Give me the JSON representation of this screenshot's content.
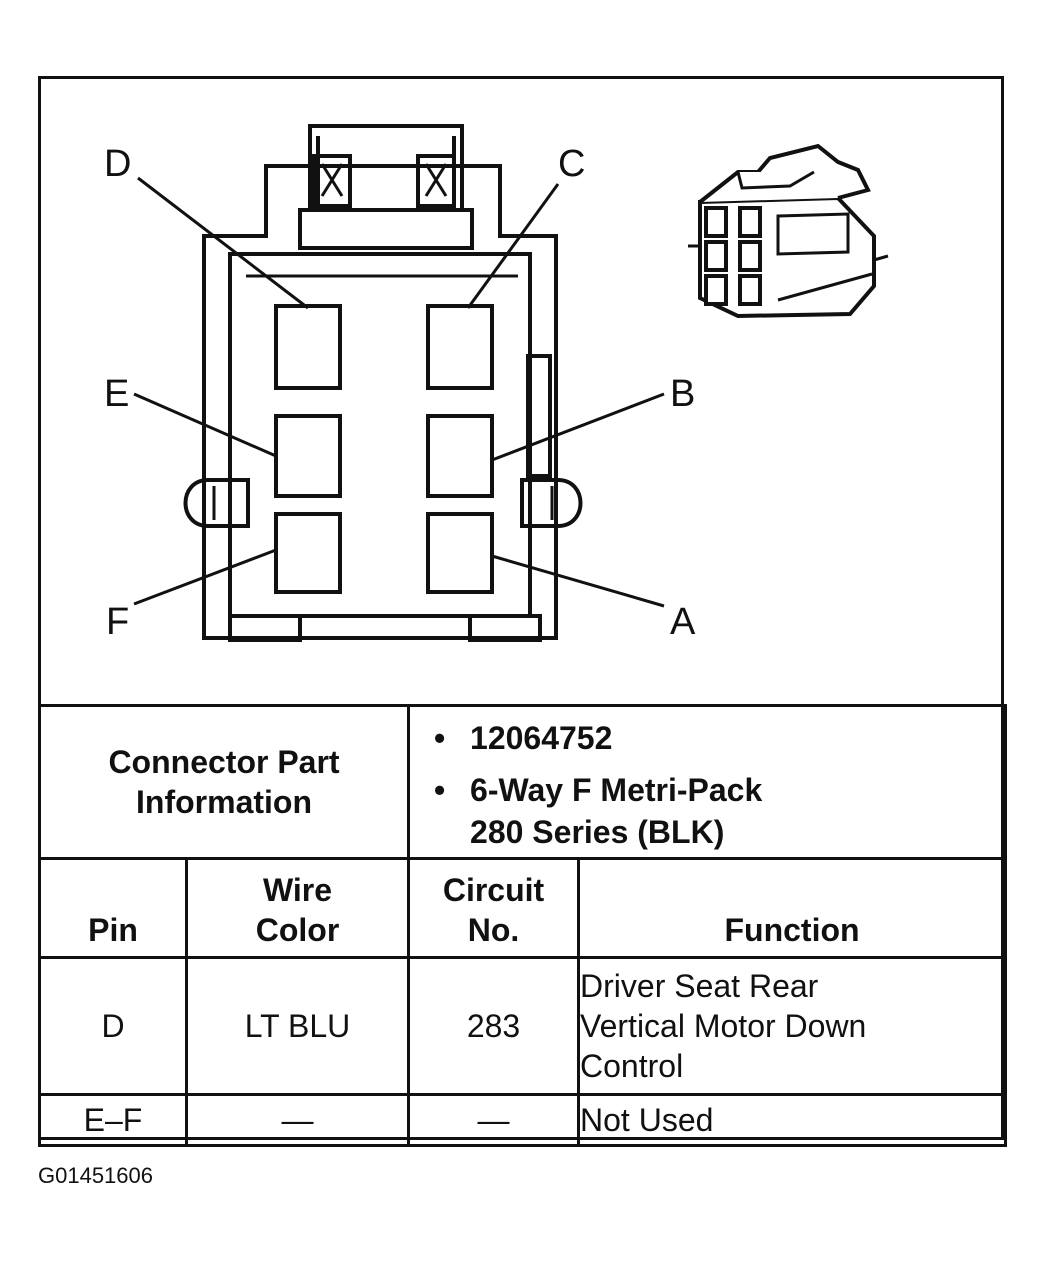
{
  "pins_labels": {
    "d": "D",
    "c": "C",
    "e": "E",
    "b": "B",
    "f": "F",
    "a": "A"
  },
  "connector_info": {
    "label_line1": "Connector Part",
    "label_line2": "Information",
    "bullet": "•",
    "part_number": "12064752",
    "desc_line1": "6-Way F Metri-Pack",
    "desc_line2": "280 Series (BLK)"
  },
  "table": {
    "headers": {
      "pin": "Pin",
      "wire_line1": "Wire",
      "wire_line2": "Color",
      "circuit_line1": "Circuit",
      "circuit_line2": "No.",
      "function": "Function"
    },
    "rows": [
      {
        "pin": "D",
        "wire": "LT BLU",
        "circuit": "283",
        "function_line1": "Driver Seat Rear",
        "function_line2": "Vertical Motor Down",
        "function_line3": "Control"
      },
      {
        "pin": "E–F",
        "wire": "—",
        "circuit": "—",
        "function_line1": "Not Used"
      }
    ]
  },
  "figure_code": "G01451606"
}
